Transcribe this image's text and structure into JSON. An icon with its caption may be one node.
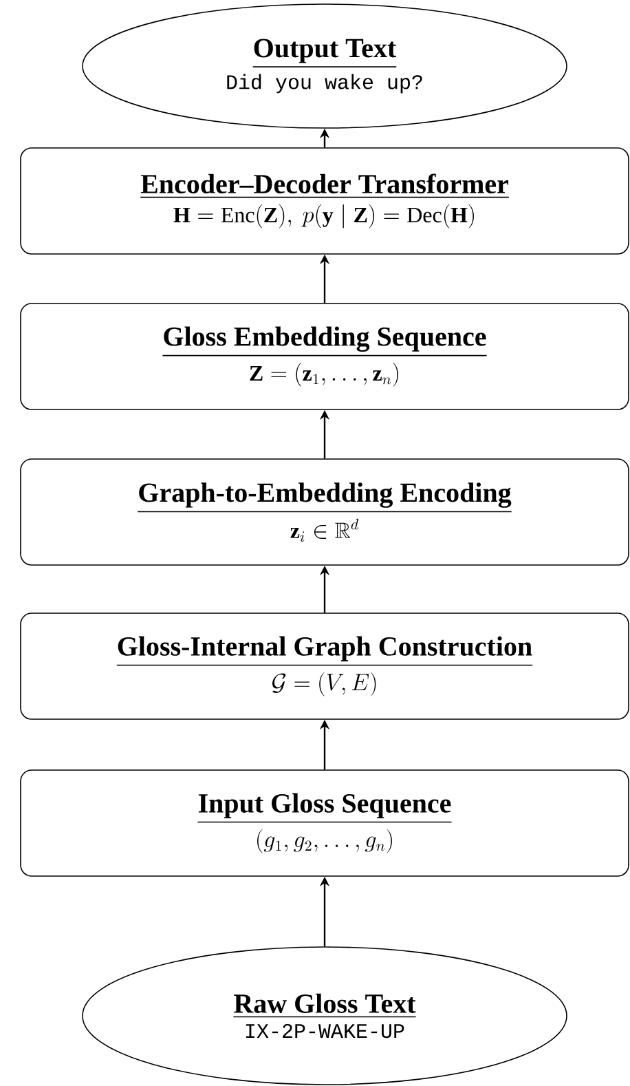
{
  "diagram": {
    "nodes": [
      {
        "text": [
          "Output Text",
          "Did you wake up?"
        ]
      },
      {
        "text": [
          "Encoder–Decoder Transformer",
          "\\mathbf{H}=\\mathrm{Enc}(\\mathbf{Z}),\\ p(\\mathbf{y}\\mid\\mathbf{Z})=\\mathrm{Dec}(\\mathbf{H})"
        ]
      },
      {
        "text": [
          "Gloss Embedding Sequence",
          "\\mathbf{Z}=(\\mathbf{z}_1,\\ldots,\\mathbf{z}_n)"
        ]
      },
      {
        "text": [
          "Graph-to-Embedding Encoding",
          "\\mathbf{z}_i\\in\\mathbb{R}^d"
        ]
      },
      {
        "text": [
          "Gloss-Internal Graph Construction",
          "\\mathcal{G}=(V,E)"
        ]
      },
      {
        "text": [
          "Input Gloss Sequence",
          "(g_1,g_2,\\ldots,g_n)"
        ]
      },
      {
        "text": [
          "Raw Gloss Text",
          "IX-2P-WAKE-UP"
        ]
      }
    ],
    "edges": [
      {
        "from": 6,
        "to": 5,
        "arrow": "to"
      },
      {
        "from": 5,
        "to": 4,
        "arrow": "to"
      },
      {
        "from": 4,
        "to": 3,
        "arrow": "to"
      },
      {
        "from": 3,
        "to": 2,
        "arrow": "to"
      },
      {
        "from": 2,
        "to": 1,
        "arrow": "to"
      },
      {
        "from": 1,
        "to": 0,
        "arrow": "to"
      }
    ]
  }
}
